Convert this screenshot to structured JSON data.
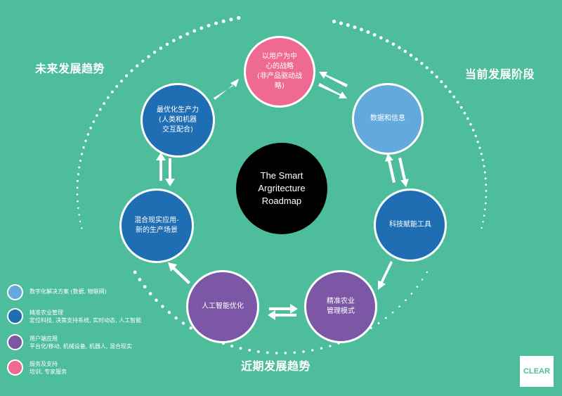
{
  "labels": {
    "future": "未来发展趋势",
    "current": "当前发展阶段",
    "near": "近期发展趋势"
  },
  "center": {
    "text": "The Smart\nArgritecture\nRoadmap"
  },
  "nodes": {
    "user_strategy": "以用户为中\n心的战略\n(非产品驱动战略)",
    "data_info": "数据和信息",
    "tech_tools": "科技赋能工具",
    "precision_model": "精准农业\n管理模式",
    "ai_optimize": "人工智能优化",
    "mixed_reality": "混合现实应用-\n新的生产场景",
    "max_productivity": "最优化生产力\n(人类和机器\n交互配合)"
  },
  "legend": [
    {
      "color": "#63a9dc",
      "text": "数字化解决方案 (数据, 物联网)"
    },
    {
      "color": "#1f6db3",
      "text": "精准农业管理\n定位科技, 决策支持系统, 实时动态, 人工智能"
    },
    {
      "color": "#7b57a6",
      "text": "用户端应用\n平台化/移动, 机械设备, 机器人, 混合现实"
    },
    {
      "color": "#ef6a93",
      "text": "服务及支持\n培训, 专家服务"
    }
  ],
  "logo": "CLEAR",
  "colors": {
    "background": "#4dbd9c",
    "pink": "#ef6a93",
    "light_blue": "#63a9dc",
    "blue": "#1f6db3",
    "purple": "#7b57a6"
  }
}
